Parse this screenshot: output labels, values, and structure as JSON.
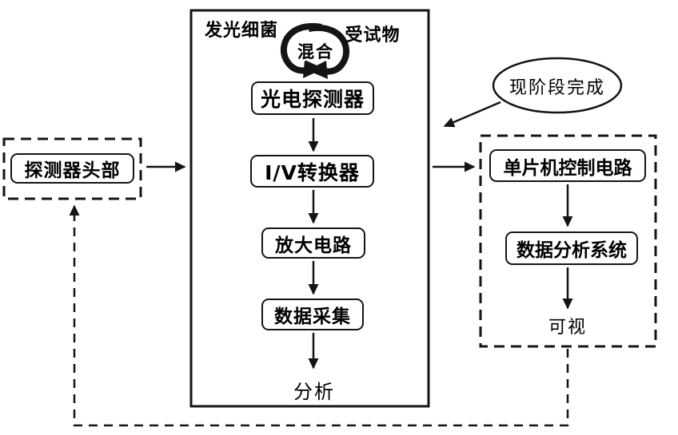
{
  "figure": {
    "colors": {
      "line": "#141414",
      "background": "#ffffff",
      "text": "#000000"
    },
    "detector_head": {
      "label": "探测器头部"
    },
    "main_unit": {
      "input_left": "发光细菌",
      "input_right": "受试物",
      "mix": "混合",
      "steps": [
        "光电探测器",
        "I/V转换器",
        "放大电路",
        "数据采集"
      ],
      "output": "分析"
    },
    "callout": {
      "label": "现阶段完成"
    },
    "control_unit": {
      "steps": [
        "单片机控制电路",
        "数据分析系统"
      ],
      "output": "可视"
    }
  }
}
